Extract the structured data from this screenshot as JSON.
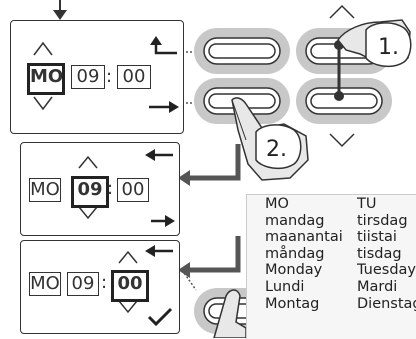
{
  "screens": [
    {
      "day": "MO",
      "hour": "09",
      "minute": "00",
      "separator": ":",
      "selected": "day"
    },
    {
      "day": "MO",
      "hour": "09",
      "minute": "00",
      "separator": ":",
      "selected": "hour"
    },
    {
      "day": "MO",
      "hour": "09",
      "minute": "00",
      "separator": ":",
      "selected": "minute"
    }
  ],
  "callouts": {
    "step1": "1.",
    "step2": "2."
  },
  "weekday_table": {
    "columns": [
      {
        "rows": [
          "MO",
          "mandag",
          "maanantai",
          "måndag",
          "Monday",
          "Lundi",
          "Montag"
        ]
      },
      {
        "rows": [
          "TU",
          "tirsdag",
          "tiistai",
          "tisdag",
          "Tuesday",
          "Mardi",
          "Dienstag"
        ]
      }
    ]
  },
  "icons": [
    "arrow-down-icon",
    "arrow-up-icon",
    "arrow-down-icon",
    "return-arrow-icon",
    "arrow-right-icon",
    "arrow-left-icon",
    "checkmark-icon",
    "connector-arrow-icon",
    "pointing-hand-icon"
  ],
  "colors": {
    "button_fill": "#c8c8c8",
    "line": "#333333",
    "connector": "#555555",
    "table_bg": "#f6f6f6"
  }
}
